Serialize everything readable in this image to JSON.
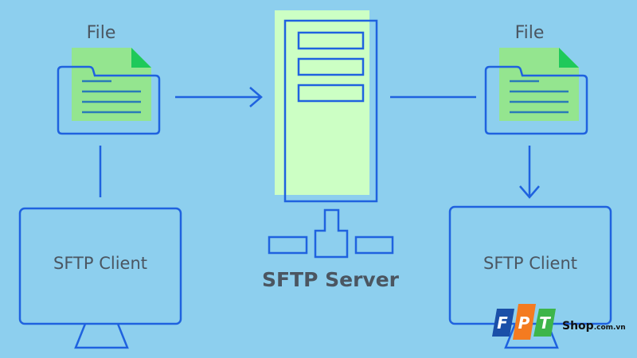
{
  "colors": {
    "background": "#8dcfee",
    "stroke": "#1f62df",
    "file_fill": "#94e58f",
    "server_fill": "#ccffc4",
    "text": "#4b5661"
  },
  "left": {
    "file_label": "File",
    "client_label": "SFTP Client"
  },
  "server": {
    "label": "SFTP Server"
  },
  "right": {
    "file_label": "File",
    "client_label": "SFTP Client"
  },
  "logo": {
    "letters": [
      "F",
      "P",
      "T"
    ],
    "text": "Shop",
    "suffix": ".com.vn",
    "colors": [
      "#1a4fa8",
      "#f47b20",
      "#3db54a"
    ]
  }
}
